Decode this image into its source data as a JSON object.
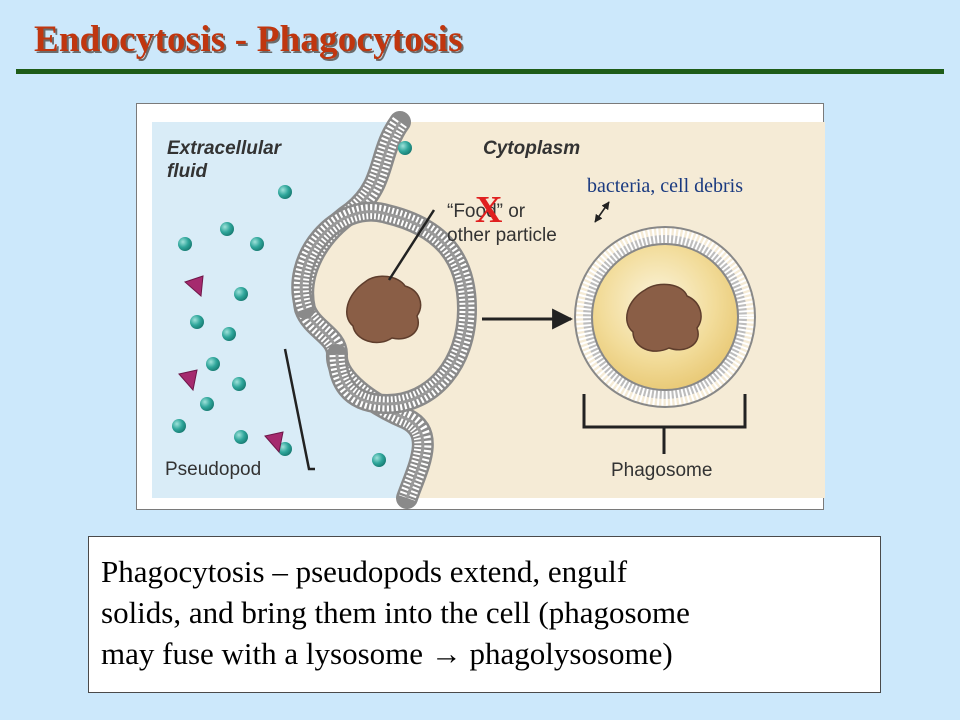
{
  "slide": {
    "title": "Endocytosis - Phagocytosis",
    "caption": "Phagocytosis – pseudopods extend, engulf\nsolids, and bring them into the cell (phagosome\nmay fuse with a lysosome → phagolysosome)"
  },
  "diagram": {
    "label_extracellular_line1": "Extracellular",
    "label_extracellular_line2": "fluid",
    "label_cytoplasm": "Cytoplasm",
    "label_food_line1": "“Food” or",
    "label_food_line2": "other particle",
    "label_pseudopod": "Pseudopod",
    "label_phagosome": "Phagosome",
    "annotation_mark": "X",
    "annotation_text": "bacteria, cell debris"
  },
  "colors": {
    "title_red": "#c0360f",
    "rule_green": "#1e5c18",
    "background_blue": "#cce8fb",
    "extracellular_fluid": "#d9ecf7",
    "cytoplasm": "#f5ebd6",
    "phagosome_interior": "#edd38a",
    "particle_brown": "#8a5e46",
    "molecule_teal": "#23988f",
    "molecule_magenta": "#a52a6e",
    "annotation_red": "#e02020"
  },
  "icons": {
    "arrow": "right-arrow-icon",
    "double_arrow": "double-headed-arrow-icon"
  }
}
